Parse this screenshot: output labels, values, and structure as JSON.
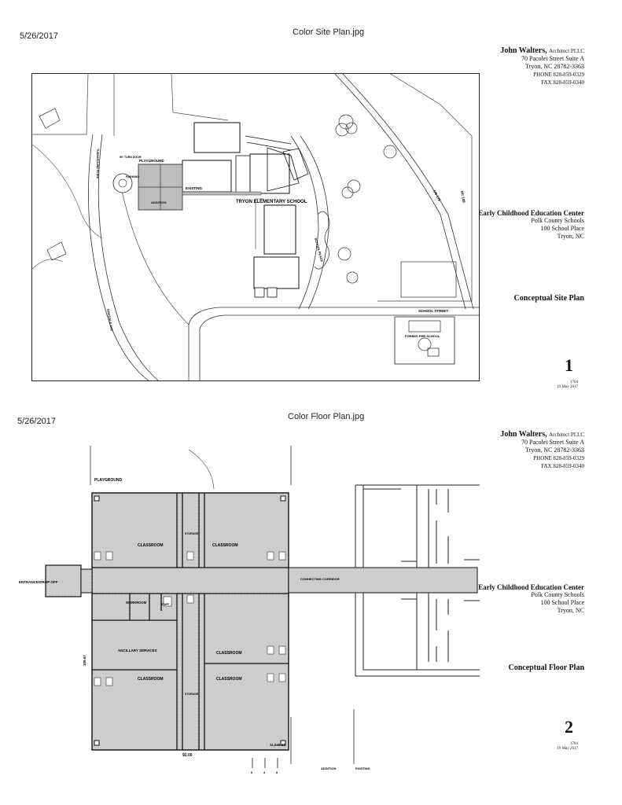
{
  "page1": {
    "date": "5/26/2017",
    "filename": "Color Site Plan.jpg",
    "firm": {
      "name": "John Walters,",
      "suffix": "Architect PLLC",
      "street": "70 Pacolet Street Suite A",
      "city": "Tryon, NC 28782-3363",
      "phone": "PHONE 828-859-0329",
      "fax": "FAX 828-859-0340"
    },
    "project": {
      "title": "Early Childhood Education Center",
      "client": "Polk County Schools",
      "address": "100 School Place",
      "city": "Tryon, NC"
    },
    "drawing_title": "Conceptual Site Plan",
    "sheet_number": "1",
    "job_number": "1704",
    "issue_date": "19 May 2017",
    "labels": {
      "playground": "PLAYGROUND",
      "existing": "EXISTING",
      "addition": "ADDITION",
      "parking": "PARKING",
      "school": "TRYON ELEMENTARY SCHOOL",
      "school_street": "SCHOOL STREET",
      "school_place": "SCHOOL PLACE",
      "preschool": "FORBES PRE-SCHOOL",
      "us176": "US 176",
      "nc108": "NC 108",
      "turnaround": "90' TURN DOOR",
      "dia": "TURNAROUND 50 DIA",
      "oakdale": "OAKDALE AVE"
    }
  },
  "page2": {
    "date": "5/26/2017",
    "filename": "Color Floor Plan.jpg",
    "firm": {
      "name": "John Walters,",
      "suffix": "Architect PLLC",
      "street": "70 Pacolet Street Suite A",
      "city": "Tryon, NC 28782-3363",
      "phone": "PHONE 828-859-0329",
      "fax": "FAX 828-859-0340"
    },
    "project": {
      "title": "Early Childhood Education Center",
      "client": "Polk County Schools",
      "address": "100 School Place",
      "city": "Tryon, NC"
    },
    "drawing_title": "Conceptual Floor Plan",
    "sheet_number": "2",
    "job_number": "1704",
    "issue_date": "19 May 2017",
    "labels": {
      "playground": "PLAYGROUND",
      "classroom": "CLASSROOM",
      "storage": "STORAGE",
      "entrance": "ENTRANCE/DROP OFF",
      "corridor": "CONNECTING CORRIDOR",
      "workroom": "WORKROOM",
      "staff": "STAFF",
      "ancillary": "ANCILLARY SERVICES",
      "area": "11,545 SF",
      "width": "92.00",
      "depth": "109.67",
      "addition": "ADDITION",
      "existing": "EXISTING",
      "scale0": "0",
      "scale4": "4",
      "scale8": "8"
    }
  }
}
